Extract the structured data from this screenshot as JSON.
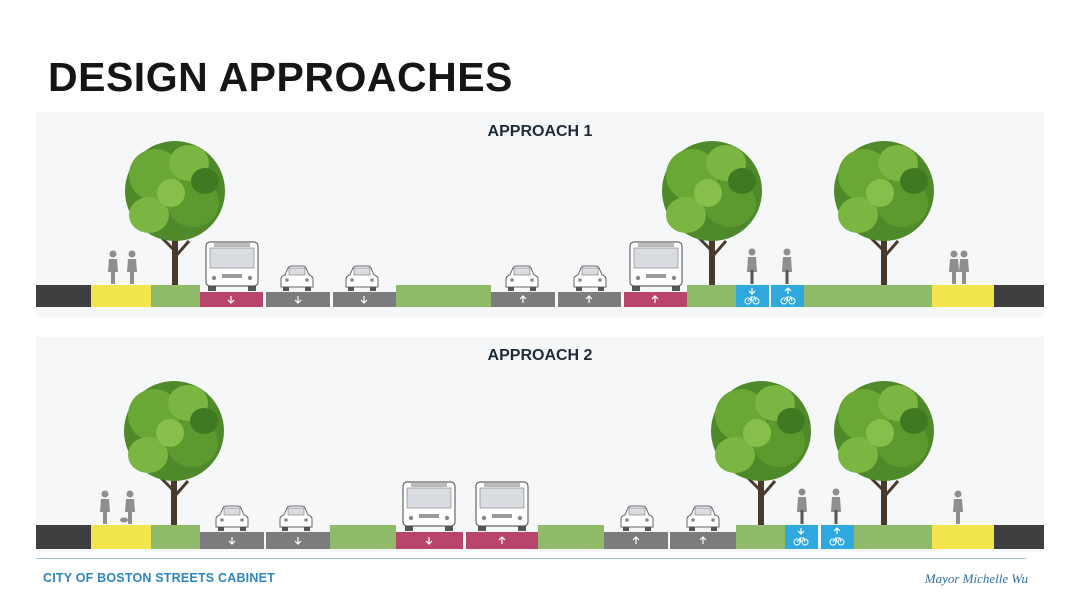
{
  "page": {
    "title": "DESIGN APPROACHES"
  },
  "approaches": [
    {
      "label": "APPROACH 1",
      "segments": [
        {
          "type": "building"
        },
        {
          "type": "sidewalk"
        },
        {
          "type": "planting"
        },
        {
          "type": "bus-lane",
          "direction": "down"
        },
        {
          "type": "travel-lane",
          "direction": "down"
        },
        {
          "type": "travel-lane",
          "direction": "down"
        },
        {
          "type": "median"
        },
        {
          "type": "travel-lane",
          "direction": "up"
        },
        {
          "type": "travel-lane",
          "direction": "up"
        },
        {
          "type": "bus-lane",
          "direction": "up"
        },
        {
          "type": "planting"
        },
        {
          "type": "bike-lane",
          "direction": "down"
        },
        {
          "type": "bike-lane",
          "direction": "up"
        },
        {
          "type": "planting"
        },
        {
          "type": "sidewalk"
        },
        {
          "type": "building"
        }
      ]
    },
    {
      "label": "APPROACH 2",
      "segments": [
        {
          "type": "building"
        },
        {
          "type": "sidewalk"
        },
        {
          "type": "planting"
        },
        {
          "type": "travel-lane",
          "direction": "down"
        },
        {
          "type": "travel-lane",
          "direction": "down"
        },
        {
          "type": "planting"
        },
        {
          "type": "bus-lane",
          "direction": "down"
        },
        {
          "type": "bus-lane",
          "direction": "up"
        },
        {
          "type": "planting"
        },
        {
          "type": "travel-lane",
          "direction": "up"
        },
        {
          "type": "travel-lane",
          "direction": "up"
        },
        {
          "type": "planting"
        },
        {
          "type": "bike-lane",
          "direction": "down"
        },
        {
          "type": "bike-lane",
          "direction": "up"
        },
        {
          "type": "planting"
        },
        {
          "type": "sidewalk"
        },
        {
          "type": "building"
        }
      ]
    }
  ],
  "colors": {
    "building": "#3f3f41",
    "sidewalk": "#f3e64c",
    "planting": "#8fba6a",
    "bus-lane": "#b9466a",
    "travel-lane": "#7c7c7e",
    "bike-lane": "#2fa8dd",
    "tree-dark": "#4f8a2a",
    "tree-light": "#7ab641",
    "trunk": "#4a3a2c",
    "vehicle": "#ffffff",
    "person": "#8e8e8e"
  },
  "footer": {
    "organization": "CITY OF BOSTON STREETS CABINET",
    "signature": "Mayor Michelle Wu"
  }
}
